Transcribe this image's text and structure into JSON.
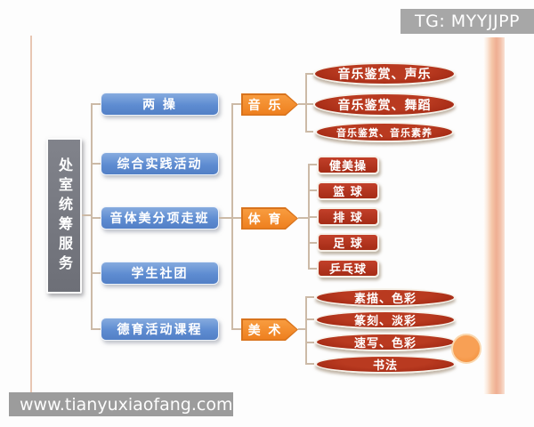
{
  "overlay": {
    "tg_badge": "TG: MYYJJPP",
    "watermark": "www.tianyuxiaofang.com"
  },
  "diagram": {
    "root_label": "处室统筹服务",
    "level1": [
      "两 操",
      "综合实践活动",
      "音体美分项走班",
      "学生社团",
      "德育活动课程"
    ],
    "branches": [
      {
        "label": "音 乐",
        "children": [
          "音乐鉴赏、声乐",
          "音乐鉴赏、舞蹈",
          "音乐鉴赏、音乐素养"
        ]
      },
      {
        "label": "体 育",
        "children": [
          "健美操",
          "篮 球",
          "排 球",
          "足 球",
          "乒乓球"
        ]
      },
      {
        "label": "美 术",
        "children": [
          "素描、色彩",
          "篆刻、淡彩",
          "速写、色彩",
          "书法"
        ]
      }
    ],
    "colors": {
      "blue_box": "#5f8fd0",
      "orange_tag": "#f0862a",
      "dark_red_ellipse": "#a32b16",
      "red_box": "#b03422",
      "root_gray": "#76787f",
      "connector_line": "#ccbaa7",
      "accent_circle": "#f5944a",
      "side_bar": "#f2b49a",
      "badge_gray": "#a7a7a7",
      "watermark_gray": "#9c9c9c"
    }
  }
}
